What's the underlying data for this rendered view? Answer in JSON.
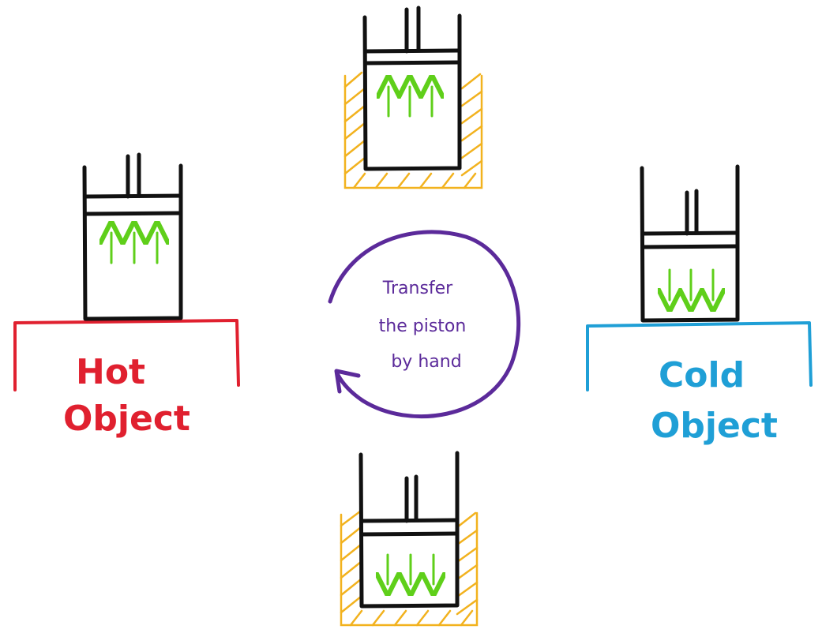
{
  "colors": {
    "ink": "#111111",
    "hot": "#e0202f",
    "cold": "#1f9fd6",
    "arrow_green": "#5fcf1a",
    "insulation": "#f2b21e",
    "cycle": "#5b2a9a"
  },
  "hot_object": {
    "line1": "Hot",
    "line2": "Object"
  },
  "cold_object": {
    "line1": "Cold",
    "line2": "Object"
  },
  "cycle_label": {
    "line1": "Transfer",
    "line2": "the piston",
    "line3": "by hand"
  },
  "pistons": [
    {
      "id": "hot",
      "arrows": "up",
      "insulated": false
    },
    {
      "id": "top",
      "arrows": "up",
      "insulated": true
    },
    {
      "id": "cold",
      "arrows": "down",
      "insulated": false
    },
    {
      "id": "bottom",
      "arrows": "down",
      "insulated": true
    }
  ],
  "icons": {
    "cycle": "clockwise-cycle-arrow-icon",
    "up": "arrow-up-icon",
    "down": "arrow-down-icon"
  }
}
